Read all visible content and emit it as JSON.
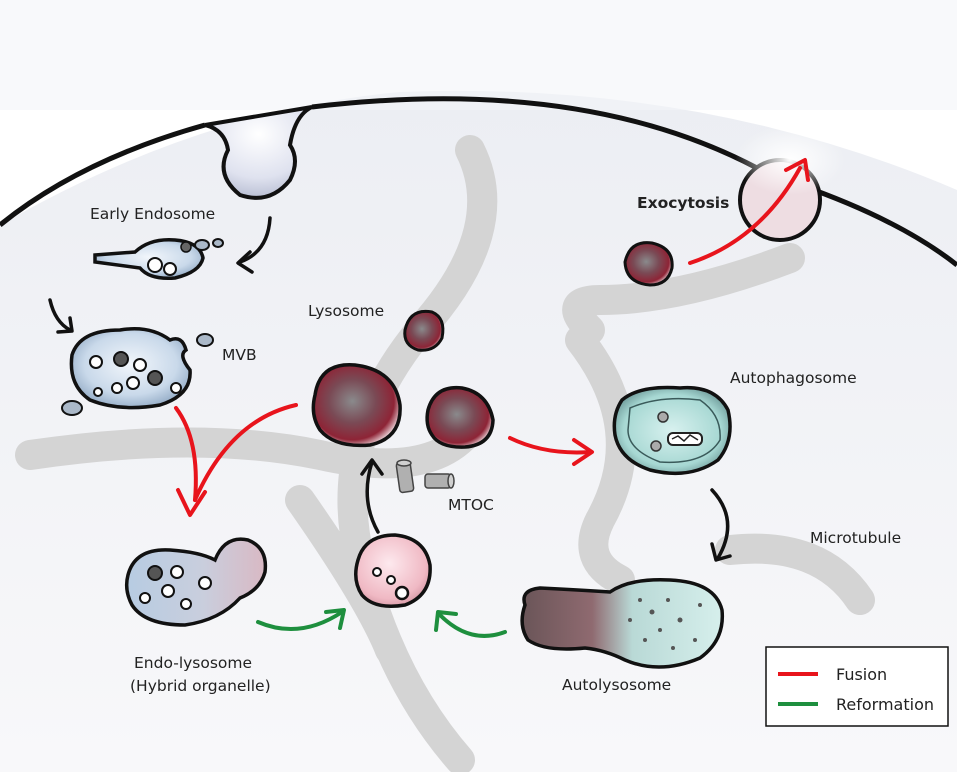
{
  "labels": {
    "early_endosome": "Early Endosome",
    "mvb": "MVB",
    "lysosome": "Lysosome",
    "exocytosis": "Exocytosis",
    "autophagosome": "Autophagosome",
    "mtoc": "MTOC",
    "microtubule": "Microtubule",
    "endo_lysosome": "Endo-lysosome",
    "hybrid_organelle": "(Hybrid organelle)",
    "autolysosome": "Autolysosome"
  },
  "legend": {
    "fusion_label": "Fusion",
    "reformation_label": "Reformation",
    "fusion_color": "#e8141c",
    "reformation_color": "#1e8f3e"
  },
  "colors": {
    "transition_arrow": "#111111",
    "cell_membrane": "#111111",
    "microtubule": "#d6d6d6"
  }
}
